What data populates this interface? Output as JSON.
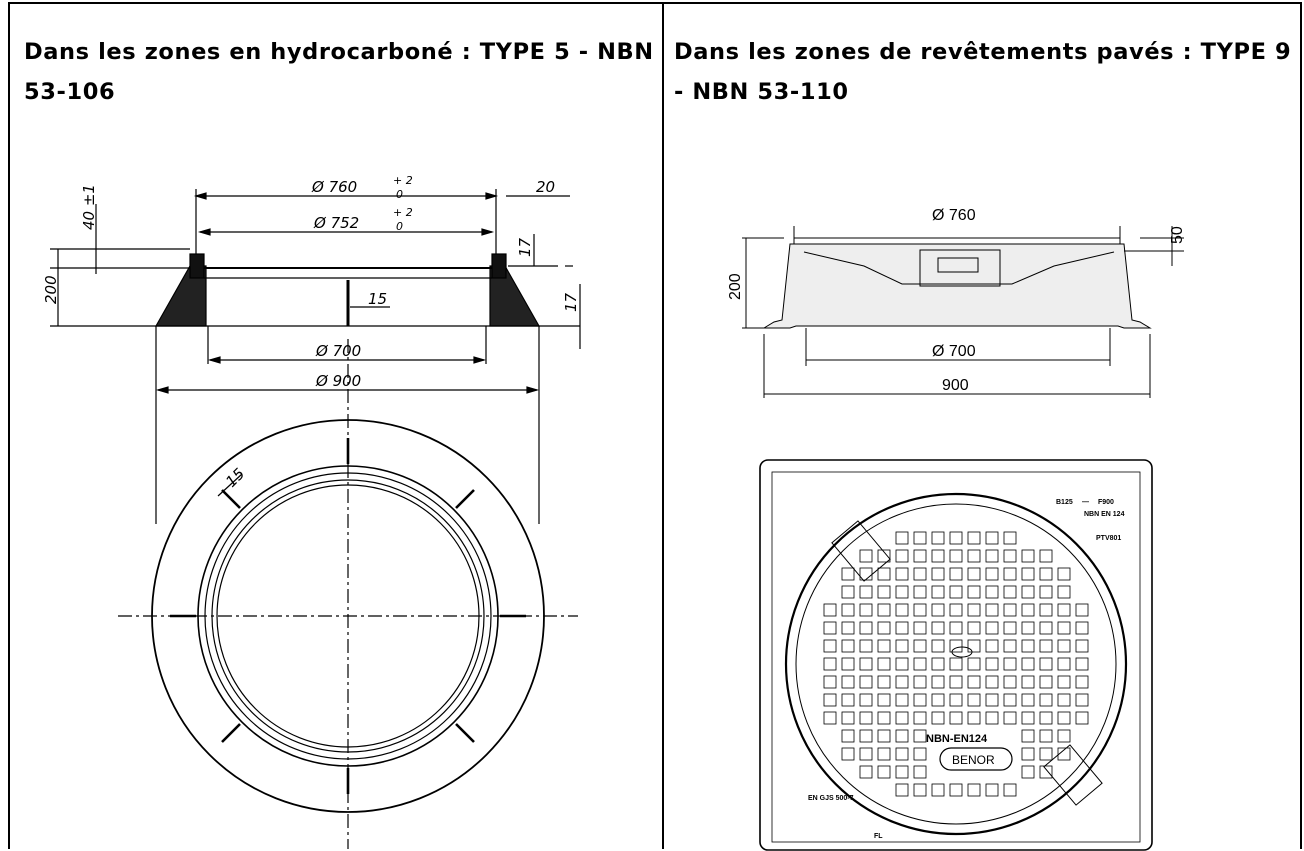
{
  "left_panel": {
    "heading": "Dans les zones en hydrocarboné : TYPE 5 - NBN 53-106",
    "dims": {
      "d760": "Ø 760",
      "d760_tol_plus": "+ 2",
      "d760_tol_zero": "0",
      "d752": "Ø 752",
      "d752_tol_plus": "+ 2",
      "d752_tol_zero": "0",
      "w20": "20",
      "h40": "40 ±1",
      "h200": "200",
      "h17a": "17",
      "h17b": "17",
      "w15": "15",
      "d700": "Ø 700",
      "d900": "Ø 900",
      "rib15": "15"
    }
  },
  "right_panel": {
    "heading": "Dans les zones de revêtements pavés : TYPE 9 - NBN 53-110",
    "dims": {
      "d760": "Ø 760",
      "h50": "50",
      "h200": "200",
      "d700": "Ø 700",
      "w900": "900"
    },
    "plate": {
      "class_left": "B125",
      "dash": "—",
      "class_right": "F900",
      "standard_top": "NBN EN 124",
      "ptv": "PTV801",
      "center_standard": "NBN-EN124",
      "certification": "BENOR",
      "material": "EN GJS 500-7",
      "maker": "FL"
    }
  }
}
